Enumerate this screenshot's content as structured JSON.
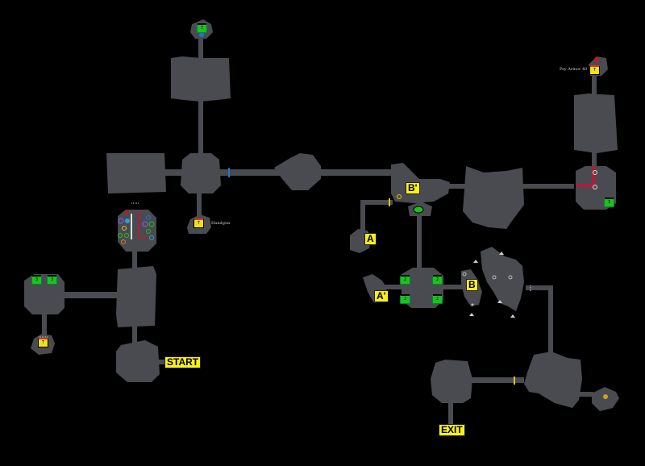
{
  "labels": {
    "start": "START",
    "exit": "EXIT",
    "a": "A",
    "a_prime": "A'",
    "b": "B",
    "b_prime": "B'"
  },
  "annotations": {
    "handgun": "Handgun",
    "psy_armor": "Psy Armor 40"
  },
  "chests": [
    {
      "id": "chest-top",
      "value": "7"
    },
    {
      "id": "chest-left-1",
      "value": "3"
    },
    {
      "id": "chest-left-2",
      "value": "3"
    },
    {
      "id": "chest-center-1",
      "value": "2"
    },
    {
      "id": "chest-center-2",
      "value": "2"
    },
    {
      "id": "chest-center-3",
      "value": "2"
    },
    {
      "id": "chest-center-4",
      "value": "2"
    },
    {
      "id": "chest-right",
      "value": "3"
    }
  ],
  "items": [
    {
      "id": "handgun-item",
      "value": "T"
    },
    {
      "id": "left-item",
      "value": "T"
    },
    {
      "id": "psy-armor-item",
      "value": "T"
    }
  ],
  "colors": {
    "floor": "#4a4b50",
    "label_bg": "#f7f01a",
    "chest": "#1dc11d",
    "door_blue": "#2a6fd6",
    "door_yellow": "#e0c21a",
    "door_red": "#b01c3a"
  }
}
